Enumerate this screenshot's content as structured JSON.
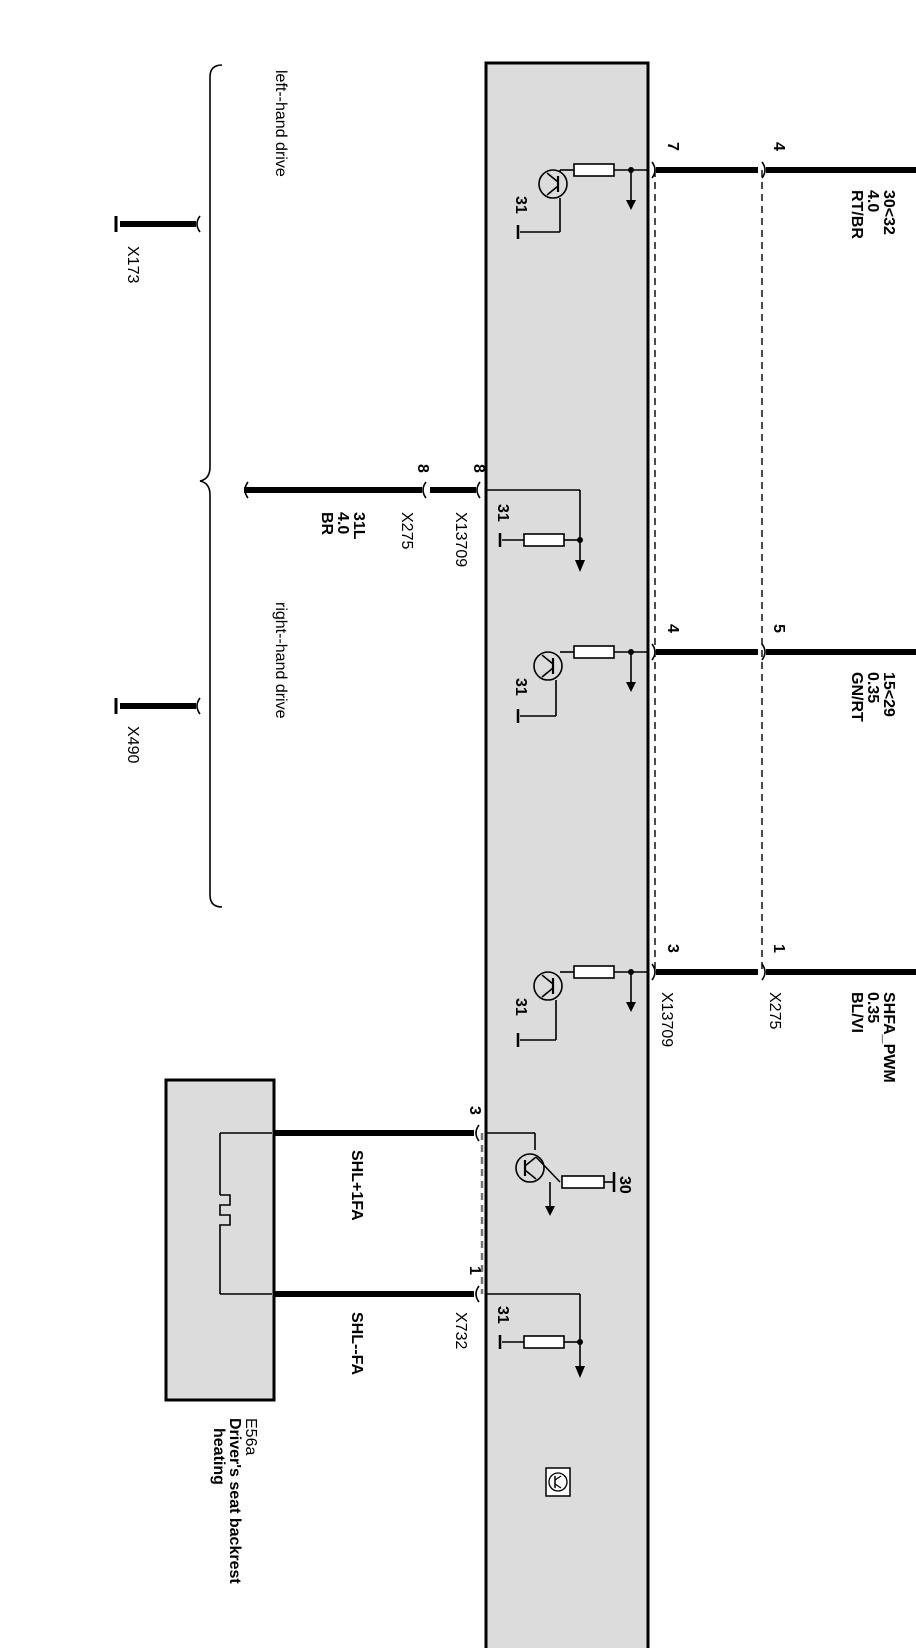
{
  "wires": [
    {
      "label": "30<32",
      "size": "4.0",
      "color": "RT/BR"
    },
    {
      "label": "15<29",
      "size": "0.35",
      "color": "GN/RT"
    },
    {
      "label": "SHFA_PWM",
      "size": "0.35",
      "color": "BL/VI"
    },
    {
      "label": "31L",
      "size": "4.0",
      "color": "BR"
    }
  ],
  "connectors": {
    "x13709": "X13709",
    "x275": "X275",
    "x732": "X732",
    "x173": "X173",
    "x490": "X490"
  },
  "pins": {
    "p7": "7",
    "p4_a": "4",
    "p4_b": "4",
    "p5": "5",
    "p3_a": "3",
    "p1_a": "1",
    "p8_a": "8",
    "p8_b": "8",
    "p3_b": "3",
    "p1_b": "1"
  },
  "ground_labels": [
    "31",
    "31",
    "31",
    "31",
    "31"
  ],
  "supply_label": "30",
  "heater_wires": {
    "plus": "SHL+1FA",
    "minus": "SHL--FA"
  },
  "component": {
    "id": "E56a",
    "name_line1": "Driver's seat backrest",
    "name_line2": "heating"
  },
  "drive_labels": {
    "left": "left--hand drive",
    "right": "right--hand drive"
  },
  "colors": {
    "module_fill": "#dcdcdc",
    "wire": "#000000"
  }
}
